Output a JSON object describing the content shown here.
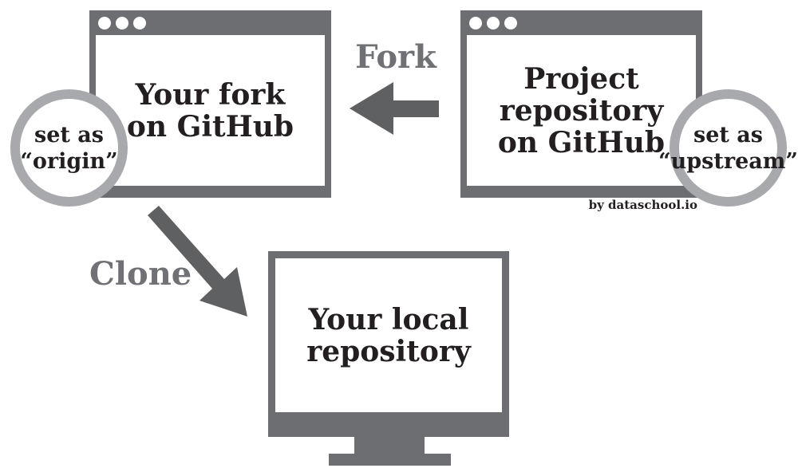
{
  "colors": {
    "background": "#ffffff",
    "frame_gray": "#6d6e71",
    "arrow_gray": "#5f6062",
    "label_gray": "#707174",
    "ring_gray": "#a7a9ac",
    "text_dark": "#231f20"
  },
  "fork_window": {
    "lines": [
      "Your fork",
      "on GitHub"
    ]
  },
  "project_window": {
    "lines": [
      "Project",
      "repository",
      "on GitHub"
    ]
  },
  "local_repository": {
    "lines": [
      "Your local",
      "repository"
    ]
  },
  "origin_badge": {
    "lines": [
      "set as",
      "“origin”"
    ]
  },
  "upstream_badge": {
    "lines": [
      "set as",
      "“upstream”"
    ]
  },
  "labels": {
    "fork": "Fork",
    "clone": "Clone"
  },
  "credit": {
    "text": "by dataschool.io"
  }
}
